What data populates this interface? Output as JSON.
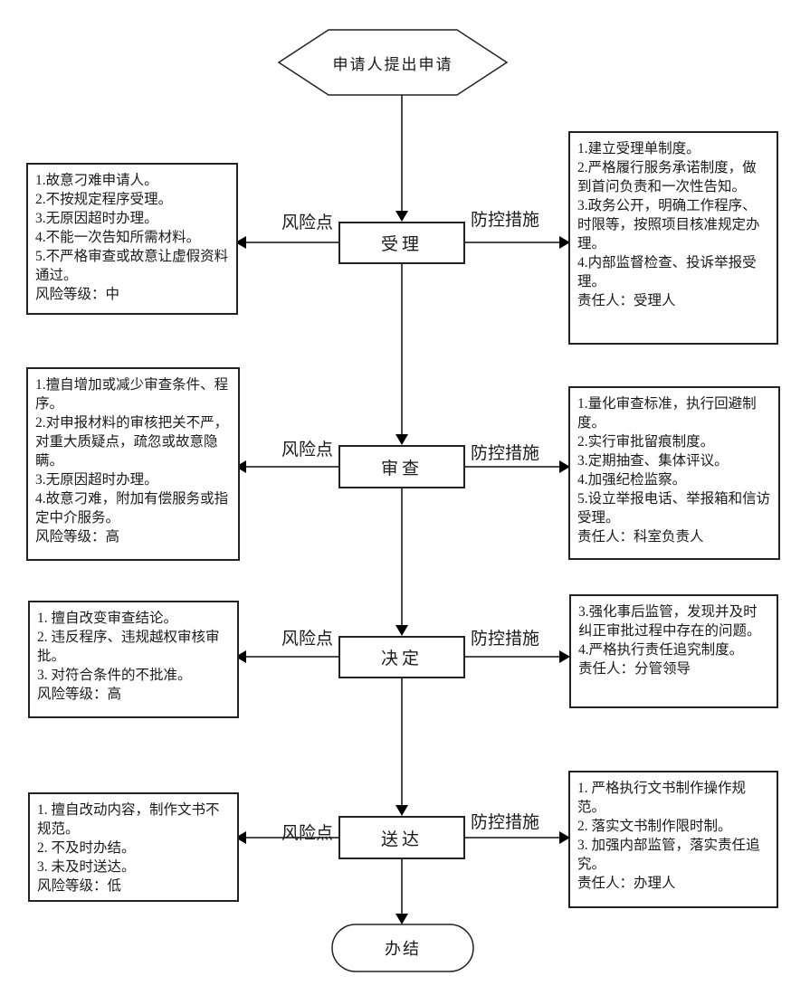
{
  "diagram": {
    "start_label": "申请人提出申请",
    "end_label": "办结",
    "labels": {
      "risk": "风险点",
      "measure": "防控措施"
    },
    "stages": [
      {
        "id": "acceptance",
        "name": "受理",
        "risks": [
          "1.故意刁难申请人。",
          "2.不按规定程序受理。",
          "3.无原因超时办理。",
          "4.不能一次告知所需材料。",
          "5.不严格审查或故意让虚假资料通过。"
        ],
        "risk_level": "风险等级：中",
        "measures": [
          "1.建立受理单制度。",
          "2.严格履行服务承诺制度，做到首问负责和一次性告知。",
          "3.政务公开，明确工作程序、时限等，按照项目核准规定办理。",
          "4.内部监督检查、投诉举报受理。"
        ],
        "responsible": "责任人：受理人"
      },
      {
        "id": "review",
        "name": "审查",
        "risks": [
          "1.擅自增加或减少审查条件、程序。",
          "2.对申报材料的审核把关不严，对重大质疑点，疏忽或故意隐瞒。",
          "3.无原因超时办理。",
          "4.故意刁难，附加有偿服务或指定中介服务。"
        ],
        "risk_level": "风险等级：高",
        "measures": [
          "1.量化审查标准，执行回避制度。",
          "2.实行审批留痕制度。",
          "3.定期抽查、集体评议。",
          "4.加强纪检监察。",
          "5.设立举报电话、举报箱和信访受理。"
        ],
        "responsible": "责任人：科室负责人"
      },
      {
        "id": "decision",
        "name": "决定",
        "risks": [
          "1. 擅自改变审查结论。",
          "2. 违反程序、违规越权审核审批。",
          "3. 对符合条件的不批准。"
        ],
        "risk_level": "风险等级：高",
        "measures": [
          "3.强化事后监管，发现并及时纠正审批过程中存在的问题。",
          "4.严格执行责任追究制度。"
        ],
        "responsible": "责任人：分管领导"
      },
      {
        "id": "delivery",
        "name": "送达",
        "risks": [
          "1. 擅自改动内容，制作文书不规范。",
          "2. 不及时办结。",
          "3. 未及时送达。"
        ],
        "risk_level": "风险等级：低",
        "measures": [
          "1. 严格执行文书制作操作规范。",
          "2. 落实文书制作限时制。",
          "3. 加强内部监管，落实责任追究。"
        ],
        "responsible": "责任人：办理人"
      }
    ]
  }
}
